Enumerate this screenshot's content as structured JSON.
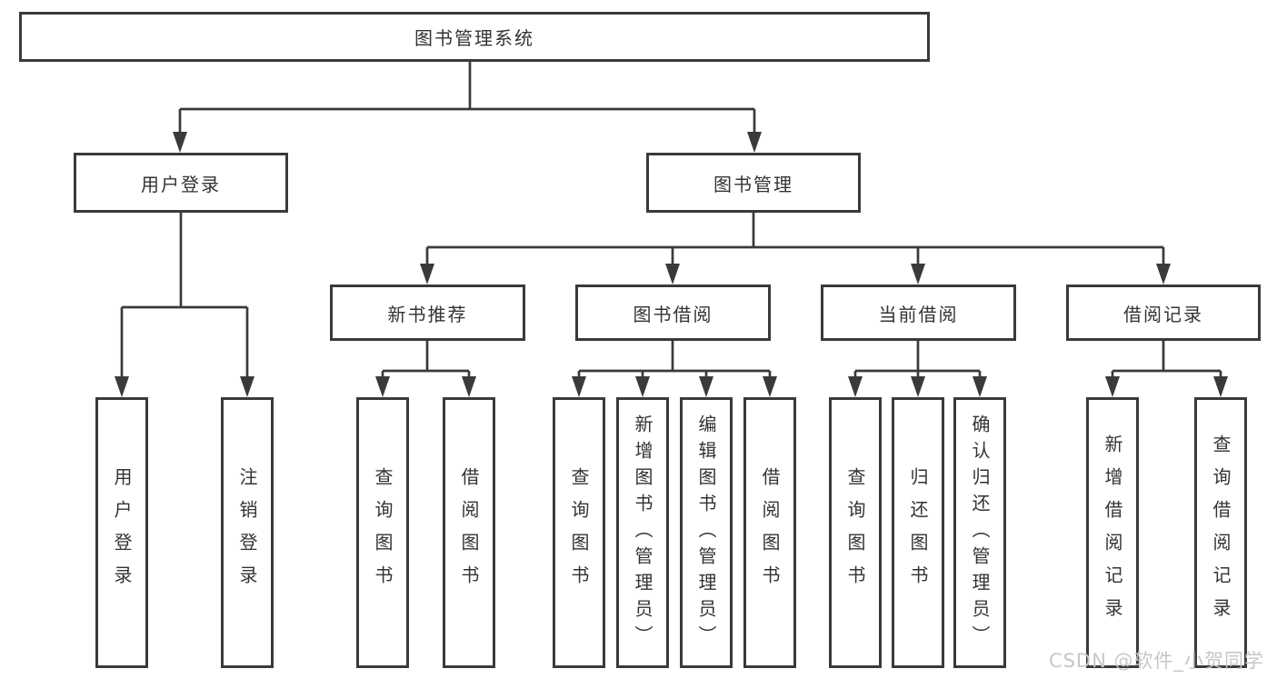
{
  "tree": {
    "root": "图书管理系统",
    "left": {
      "label": "用户登录",
      "children": [
        "用户登录",
        "注销登录"
      ]
    },
    "right": {
      "label": "图书管理",
      "groups": [
        {
          "label": "新书推荐",
          "children": [
            "查询图书",
            "借阅图书"
          ]
        },
        {
          "label": "图书借阅",
          "children": [
            "查询图书",
            "新增图书（管理员）",
            "编辑图书（管理员）",
            "借阅图书"
          ]
        },
        {
          "label": "当前借阅",
          "children": [
            "查询图书",
            "归还图书",
            "确认归还（管理员）"
          ]
        },
        {
          "label": "借阅记录",
          "children": [
            "新增借阅记录",
            "查询借阅记录"
          ]
        }
      ]
    }
  },
  "watermark": "CSDN @软件_小贺同学",
  "colors": {
    "background": "#ffffff",
    "line": "#3a3a3a",
    "text": "#333333",
    "watermark": "#c7c7c7"
  }
}
